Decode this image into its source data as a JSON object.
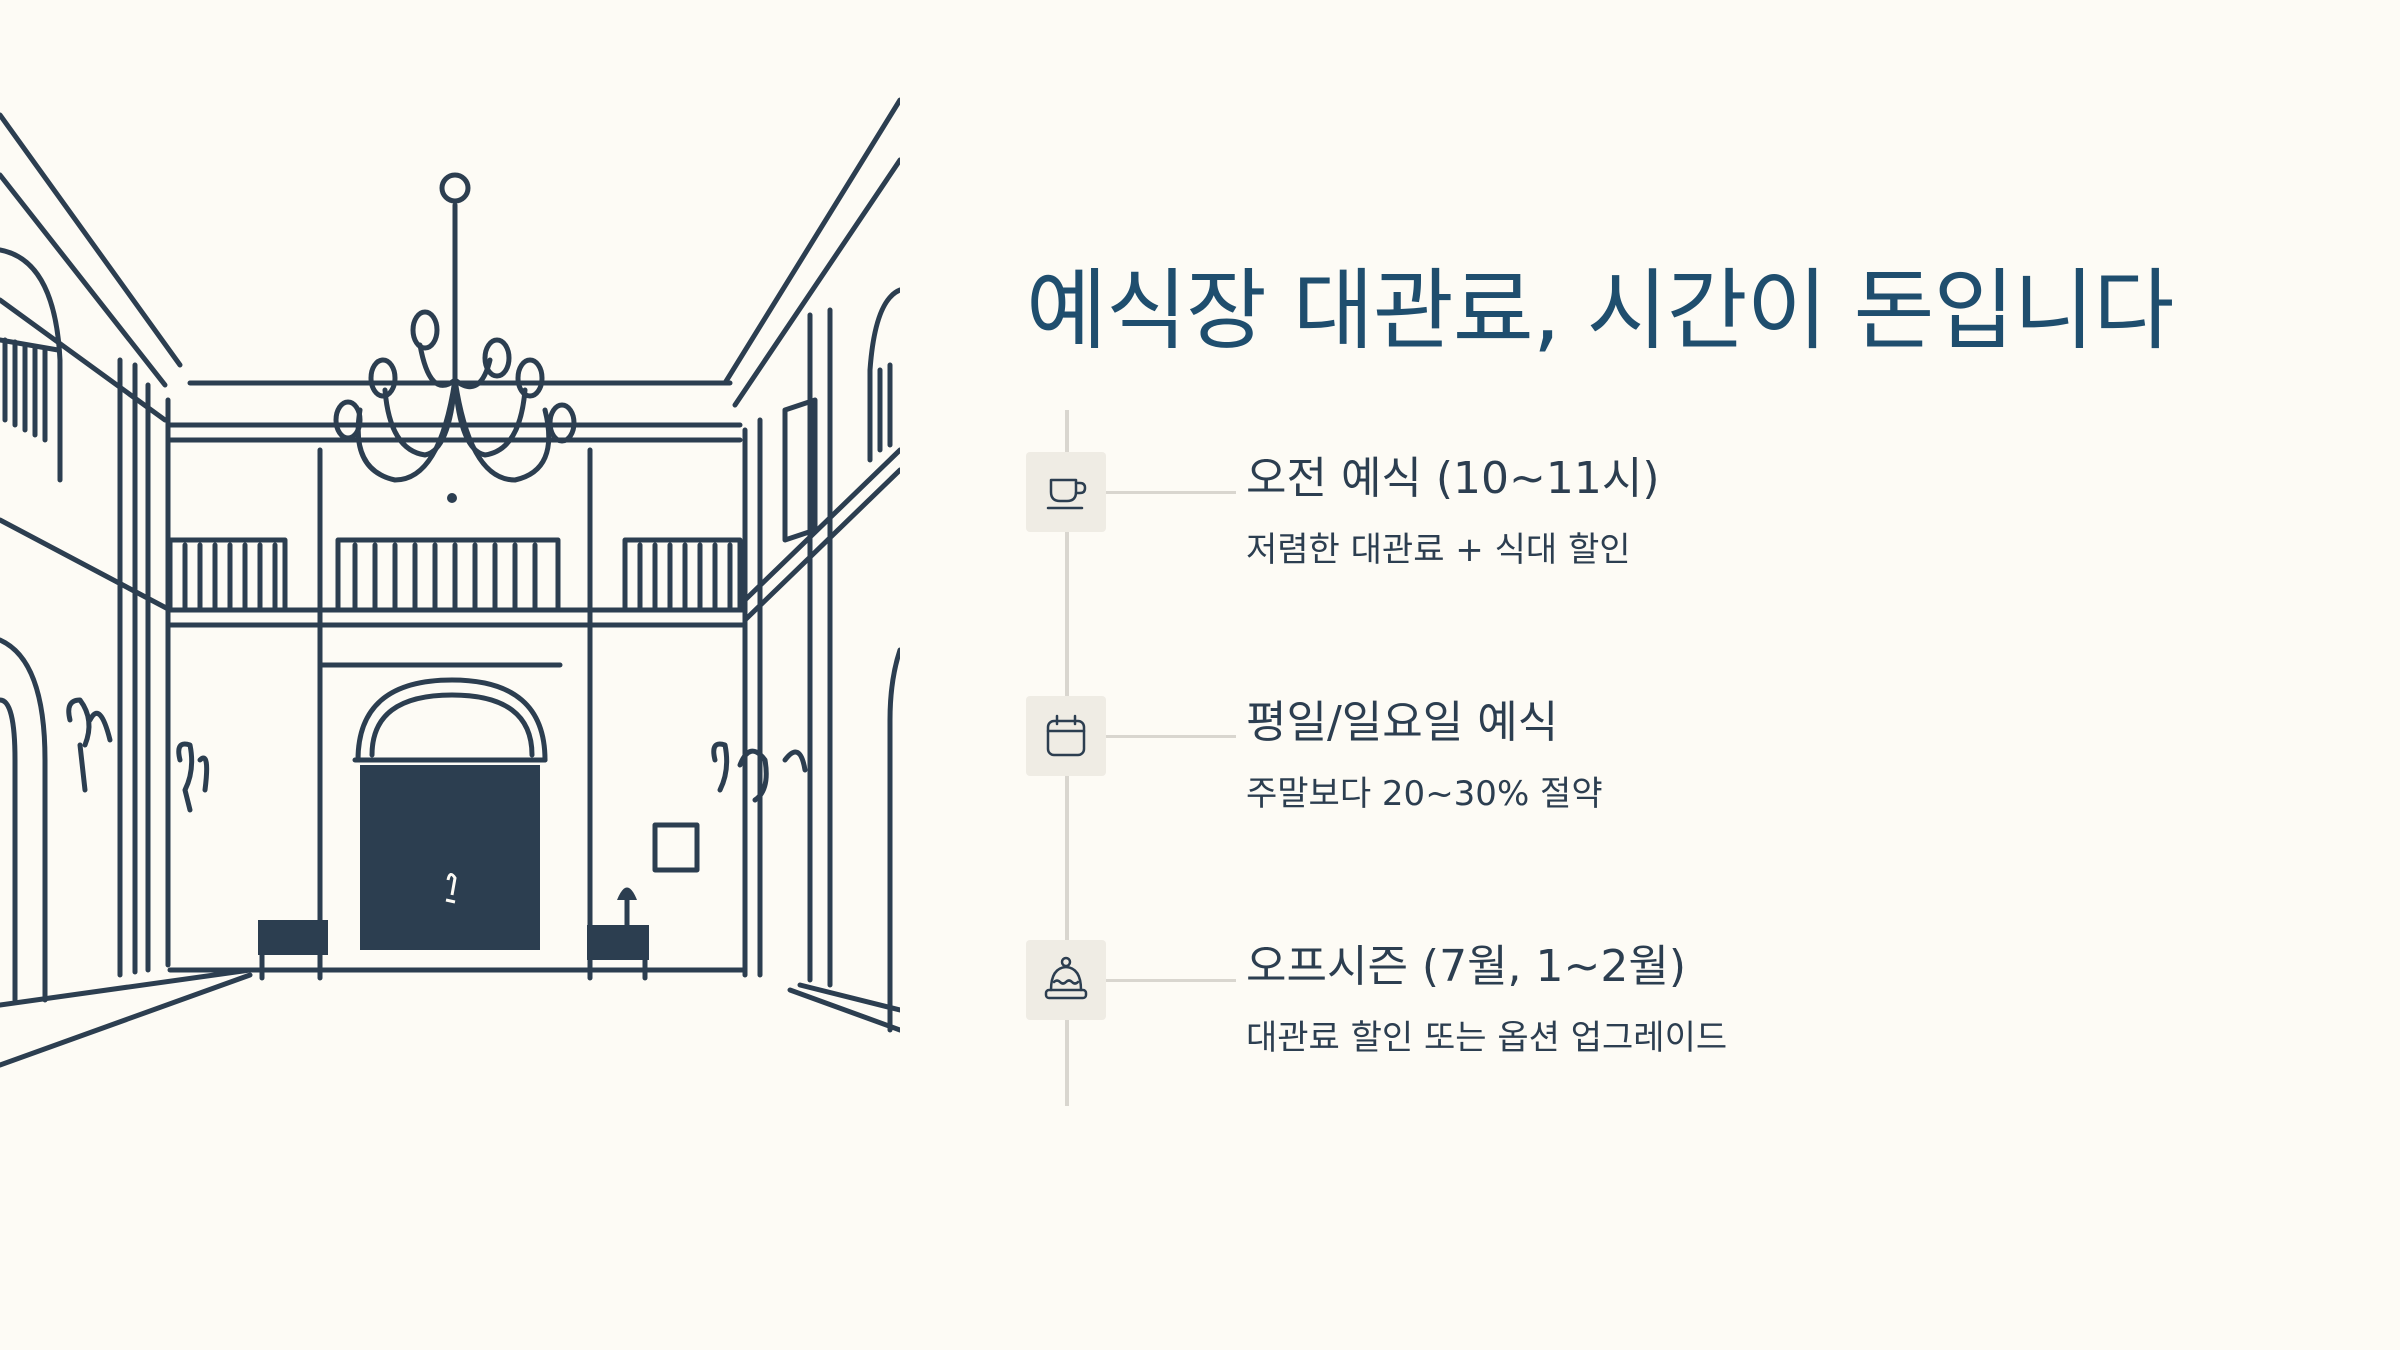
{
  "slide": {
    "title": "예식장 대관료, 시간이 돈입니다"
  },
  "items": [
    {
      "title": "오전 예식 (10~11시)",
      "description": "저렴한 대관료 + 식대 할인",
      "icon": "coffee-cup-icon"
    },
    {
      "title": "평일/일요일 예식",
      "description": "주말보다 20~30% 절약",
      "icon": "calendar-icon"
    },
    {
      "title": "오프시즌 (7월, 1~2월)",
      "description": "대관료 할인 또는 옵션 업그레이드",
      "icon": "winter-hat-icon"
    }
  ],
  "colors": {
    "background": "#fdfbf5",
    "title": "#1f4e6e",
    "text": "#2c3e50",
    "line": "#d9d6cf",
    "icon_bg": "#efece4",
    "illustration_ink": "#2c3e50"
  }
}
